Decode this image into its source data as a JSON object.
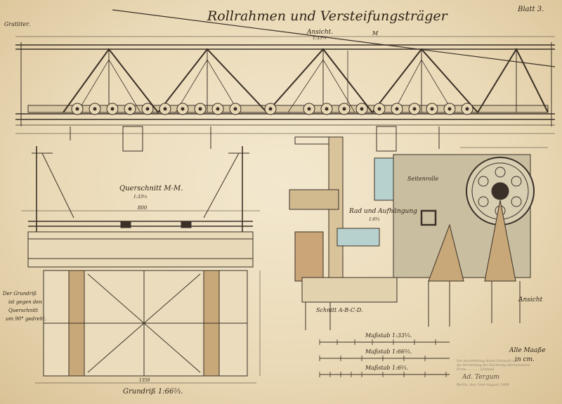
{
  "sheet": {
    "title": "Rollrahmen und Versteifungsträger",
    "sheet_number": "Blatt 3.",
    "margin_note": "Gratiiter."
  },
  "views": {
    "elevation_label": "Ansicht.",
    "elevation_scale": "1:33⅓",
    "cross_section_label": "Querschnitt M-M.",
    "cross_section_scale": "1:33⅓",
    "plan_label": "Grundriß 1:66⅔.",
    "wheel_label": "Rad und Aufhängung",
    "wheel_scale": "1:6⅔",
    "side_roller_label": "Seitenrolle",
    "section_abcd_label": "Schnitt A-B-C-D.",
    "detail_view_label": "Ansicht"
  },
  "notes": {
    "plan_note": [
      "Der Grundriß",
      "ist gegen den",
      "Querschnitt",
      "um 90° gedreht."
    ],
    "dimensions_note": [
      "Alle Maaße",
      "in cm."
    ]
  },
  "scales": [
    {
      "label": "Maßstab 1:33⅓."
    },
    {
      "label": "Maßstab 1:66⅔."
    },
    {
      "label": "Maßstab 1:6⅔."
    }
  ],
  "stamp": {
    "lines": [
      "Die Ausarbeitung dieses Entwurfs und",
      "die Herstellung der Zeichnung übernommene",
      "Firma ............ Schmied"
    ],
    "signature": "Ad. Tergum",
    "place_date": "Berlin, den 1ten August 1906"
  },
  "dimensions": {
    "top_center": "M",
    "cross_width": "800",
    "plan_width": "1350"
  }
}
